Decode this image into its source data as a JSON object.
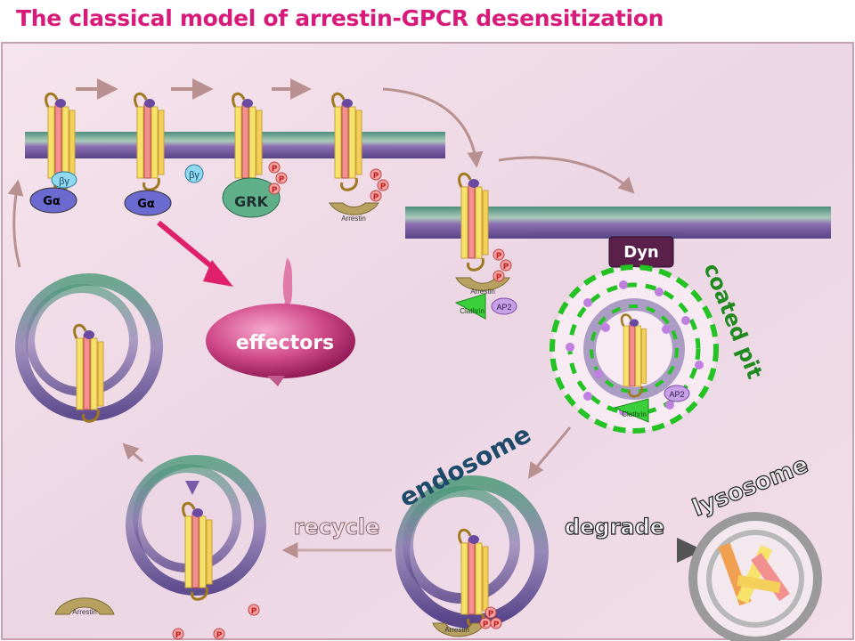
{
  "title": "The classical model of arrestin-GPCR desensitization",
  "labels": {
    "beta_gamma": "βγ",
    "g_alpha": "Gα",
    "grk": "GRK",
    "phospho": "P",
    "arrestin": "Arrestin",
    "effectors": "effectors",
    "dyn": "Dyn",
    "clathrin": "Clathrin",
    "ap2": "AP2",
    "coated_pit": "coated pit",
    "endosome": "endosome",
    "recycle": "recycle",
    "degrade": "degrade",
    "lysosome": "lysosome"
  },
  "colors": {
    "title": "#d81b7a",
    "effectors": "#c2185b",
    "membrane_top": "#3a8a6a",
    "membrane_bottom": "#5a3a8a",
    "clathrin": "#22c322",
    "endosome_label": "#1e4a6a",
    "coated_pit_label": "#1f6e1f"
  }
}
